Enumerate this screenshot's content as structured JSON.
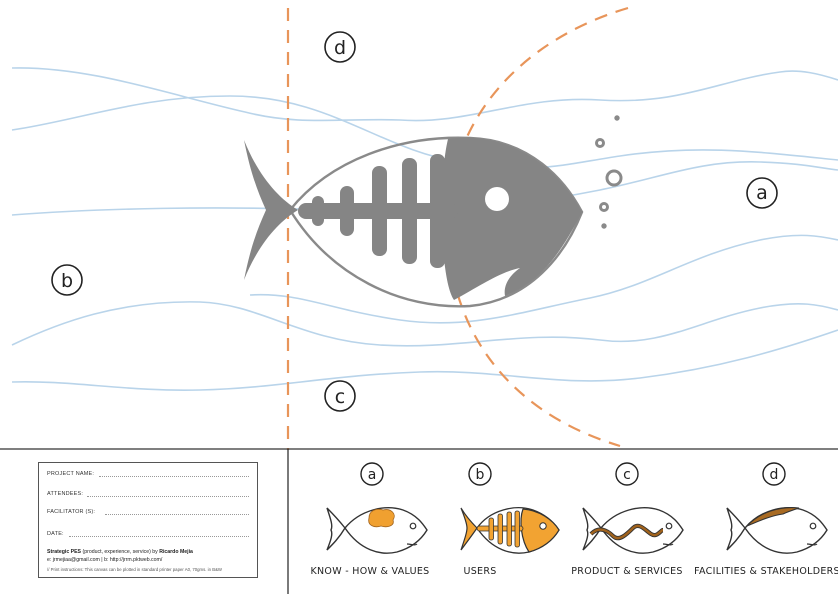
{
  "canvas_markers": {
    "d": "d",
    "a": "a",
    "b": "b",
    "c": "c"
  },
  "legend": [
    {
      "marker": "a",
      "caption": "KNOW - HOW & VALUES"
    },
    {
      "marker": "b",
      "caption": "USERS"
    },
    {
      "marker": "c",
      "caption": "PRODUCT & SERVICES"
    },
    {
      "marker": "d",
      "caption": "FACILITIES & STAKEHOLDERS"
    }
  ],
  "info_box": {
    "project_name_label": "PROJECT NAME:",
    "attendees_label": "ATTENDEES:",
    "facilitator_label": "FACILITATOR (S):",
    "date_label": "DATE:",
    "credit_title": "Strategic PES",
    "credit_title_rest": "(product, experience, service) by",
    "credit_author": "Ricardo Mejia",
    "contact_line": "e: jrmejiaa@gmail.com | b: http://jrrm.pktweb.com/",
    "print_note": "// Print instructions: This canvas can be plotted in standard printer paper A0, 70gms. in B&W"
  },
  "colors": {
    "water": "#b9d4ea",
    "dashed_line": "#e8955a",
    "fish_gray": "#858585",
    "fish_outline": "#8a8a8a",
    "users_orange": "#f2a332",
    "brain_orange": "#f0a030",
    "wave_brown": "#a0621c",
    "fin_brown": "#a86a22",
    "divider": "#333333"
  }
}
